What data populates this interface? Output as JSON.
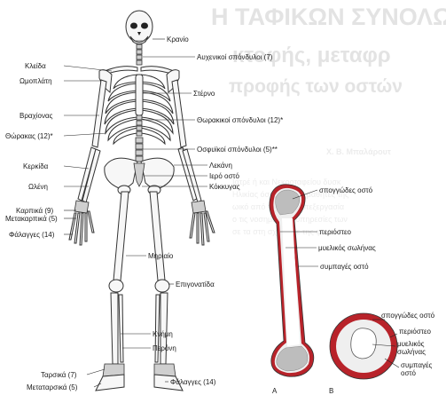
{
  "background": {
    "title_lines": [
      "Η ΤΑΦΙΚΩΝ ΣΥΝΟΛΩΝ",
      "κτοφής, μεταφρ",
      "προφής των οστών"
    ],
    "author": "Χ. Β. Μπαλάρουτ",
    "body_lines": [
      "Ιατρέ ή και Νεκροταφείου δυσκ",
      "Ηλικίας όσοι και στις μαθητές της",
      "ωικό από το ιστός, επεξεργασία",
      "ο τις νοσηματικές υπηρεσίες των",
      "σε τα στη σχέση με της φ"
    ]
  },
  "labels": {
    "skull": "Κρανίο",
    "cervical": "Αυχενικοί σπόνδυλοι (7)",
    "clavicle": "Κλείδα",
    "scapula": "Ωμοπλάτη",
    "sternum": "Στέρνο",
    "humerus": "Βραχίονας",
    "thoracic": "Θωρακικοί σπόνδυλοι (12)*",
    "thorax": "Θώρακας (12)*",
    "lumbar": "Οσφυϊκοί σπόνδυλοι (5)**",
    "radius": "Κερκίδα",
    "pelvis": "Λεκάνη",
    "sacrum": "Ιερό οστό",
    "coccyx": "Κόκκυγας",
    "ulna": "Ωλένη",
    "carpals": "Καρπικά (9)",
    "metacarpals": "Μετακαρπικά (5)",
    "phalanges_hand": "Φάλαγγες (14)",
    "femur": "Μηριαίο",
    "patella": "Επιγονατίδα",
    "tibia": "Κνήμη",
    "fibula": "Περόνη",
    "tarsals": "Ταρσικά (7)",
    "metatarsals": "Μεταταρσικά (5)",
    "phalanges_foot": "Φάλαγγες (14)"
  },
  "long_bone_labels": {
    "spongy": "σπογγώδες οστό",
    "periosteum": "περιόστεο",
    "marrow": "μυελικός σωλήνας",
    "compact": "συμπαγές οστό"
  },
  "cross_section_labels": {
    "spongy": "σπογγώδες οστό",
    "periosteum": "περιόστεο",
    "marrow_1": "μυελικός",
    "marrow_2": "σωλήνας",
    "compact_1": "συμπαγές",
    "compact_2": "οστό"
  },
  "figure_letters": {
    "a": "A",
    "b": "B"
  },
  "colors": {
    "periosteum": "#b8232a",
    "compact": "#efefef",
    "spongy": "#bdbdbd",
    "line": "#222222"
  }
}
